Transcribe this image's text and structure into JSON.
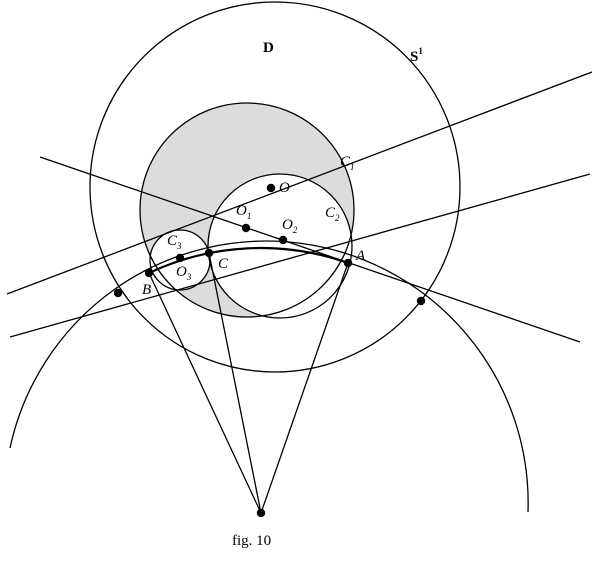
{
  "labels": {
    "D": "D",
    "S1_main": "S",
    "S1_sup": "1",
    "O": "O",
    "O1_main": "O",
    "O1_sub": "1",
    "O2_main": "O",
    "O2_sub": "2",
    "O3_main": "O",
    "O3_sub": "3",
    "C1_main": "C",
    "C1_sub": "1",
    "C2_main": "C",
    "C2_sub": "2",
    "C3_main": "C",
    "C3_sub": "3",
    "A": "A",
    "B": "B",
    "C": "C",
    "caption": "fig. 10"
  },
  "colors": {
    "line": "#000000",
    "shaded_region": "#dcdcdc",
    "background": "#ffffff"
  }
}
